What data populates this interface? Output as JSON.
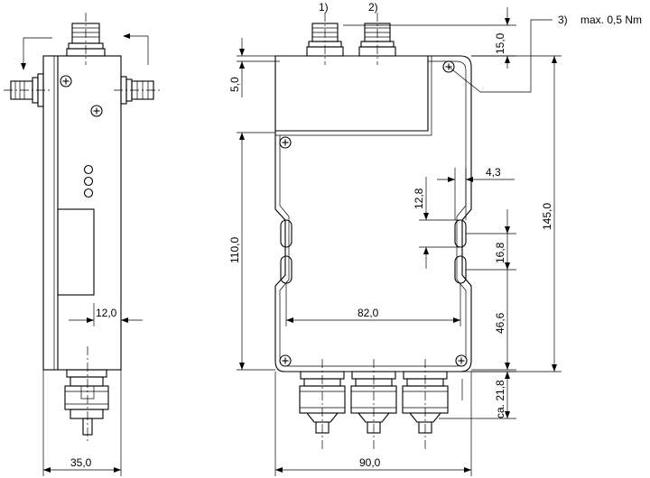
{
  "dimensions": {
    "side_width": "35,0",
    "side_depth": "12,0",
    "top_offset": "5,0",
    "height_110": "110,0",
    "connector_height": "15,0",
    "total_height": "145,0",
    "slot_width": "4,3",
    "slot_height": "12,8",
    "slot_pitch": "16,8",
    "slot_offset": "46,6",
    "hole_spacing": "82,0",
    "front_width": "90,0",
    "gland_length": "ca. 21,8"
  },
  "callouts": {
    "c1": "1)",
    "c2": "2)",
    "c3": "3)",
    "torque": "max. 0,5 Nm"
  }
}
